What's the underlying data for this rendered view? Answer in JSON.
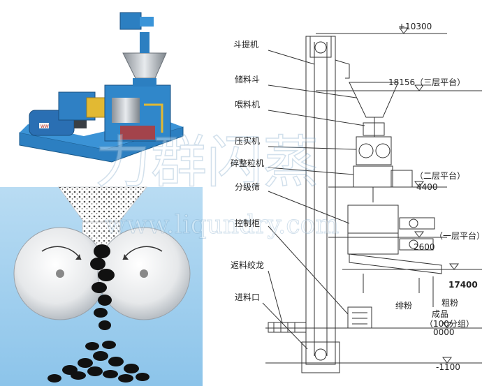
{
  "labels": {
    "elevator": "斗提机",
    "storage_hopper": "储料斗",
    "feeder": "喂料机",
    "compactor": "压实机",
    "granulator": "碎整粒机",
    "screen": "分级筛",
    "control_cabinet": "控制柜",
    "return_screw": "返料绞龙",
    "inlet": "进料口",
    "fine_powder": "绯粉",
    "coarse_powder": "粗粉",
    "product": "成品",
    "product_grade": "（100分组）"
  },
  "elevations": {
    "top": "+10300",
    "level3": "18156（三层平台）",
    "level2_name": "（二层平台）",
    "level2": "4400",
    "level1_name": "（一层平台）",
    "level1": "2600",
    "level_17400": "17400",
    "ground": "0000",
    "pit": "-1100"
  },
  "watermark": {
    "cn": "力群闪蒸",
    "url": "www.liqundry.com"
  },
  "colors": {
    "machine_blue": "#2c7fc1",
    "sky": "#9fd0ee",
    "line": "#333333"
  }
}
